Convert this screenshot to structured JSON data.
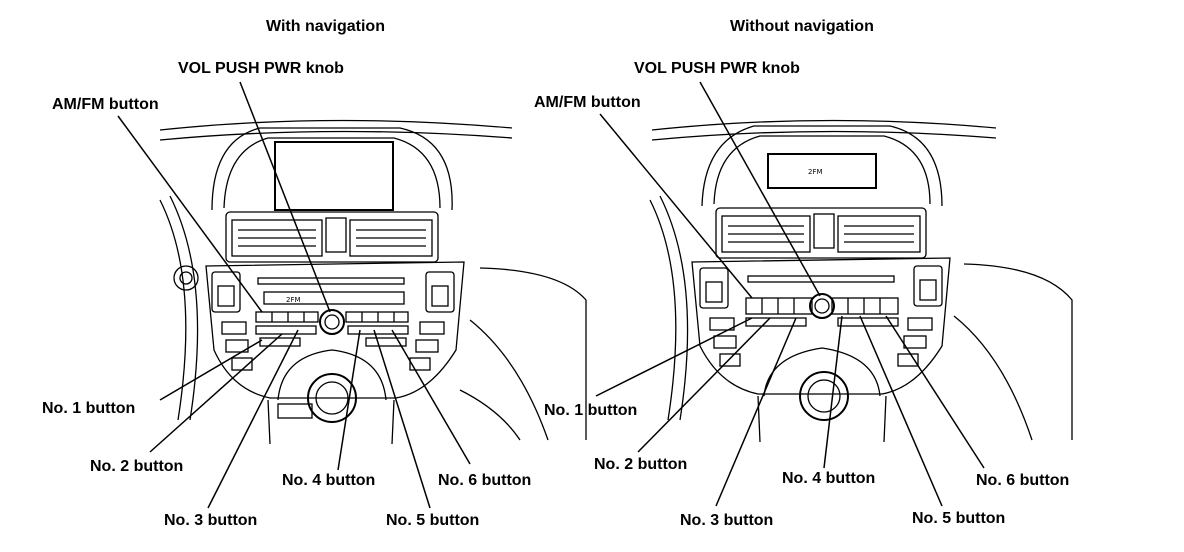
{
  "panels": [
    {
      "title": "With navigation",
      "screen_text": "",
      "radio_text": "2FM",
      "labels": {
        "knob": "VOL PUSH PWR knob",
        "amfm": "AM/FM button",
        "no1": "No. 1 button",
        "no2": "No. 2 button",
        "no3": "No. 3 button",
        "no4": "No. 4 button",
        "no5": "No. 5 button",
        "no6": "No. 6 button"
      }
    },
    {
      "title": "Without navigation",
      "screen_text": "2FM",
      "radio_text": "",
      "labels": {
        "knob": "VOL PUSH PWR knob",
        "amfm": "AM/FM button",
        "no1": "No. 1 button",
        "no2": "No. 2 button",
        "no3": "No. 3 button",
        "no4": "No. 4 button",
        "no5": "No. 5 button",
        "no6": "No. 6 button"
      }
    }
  ]
}
